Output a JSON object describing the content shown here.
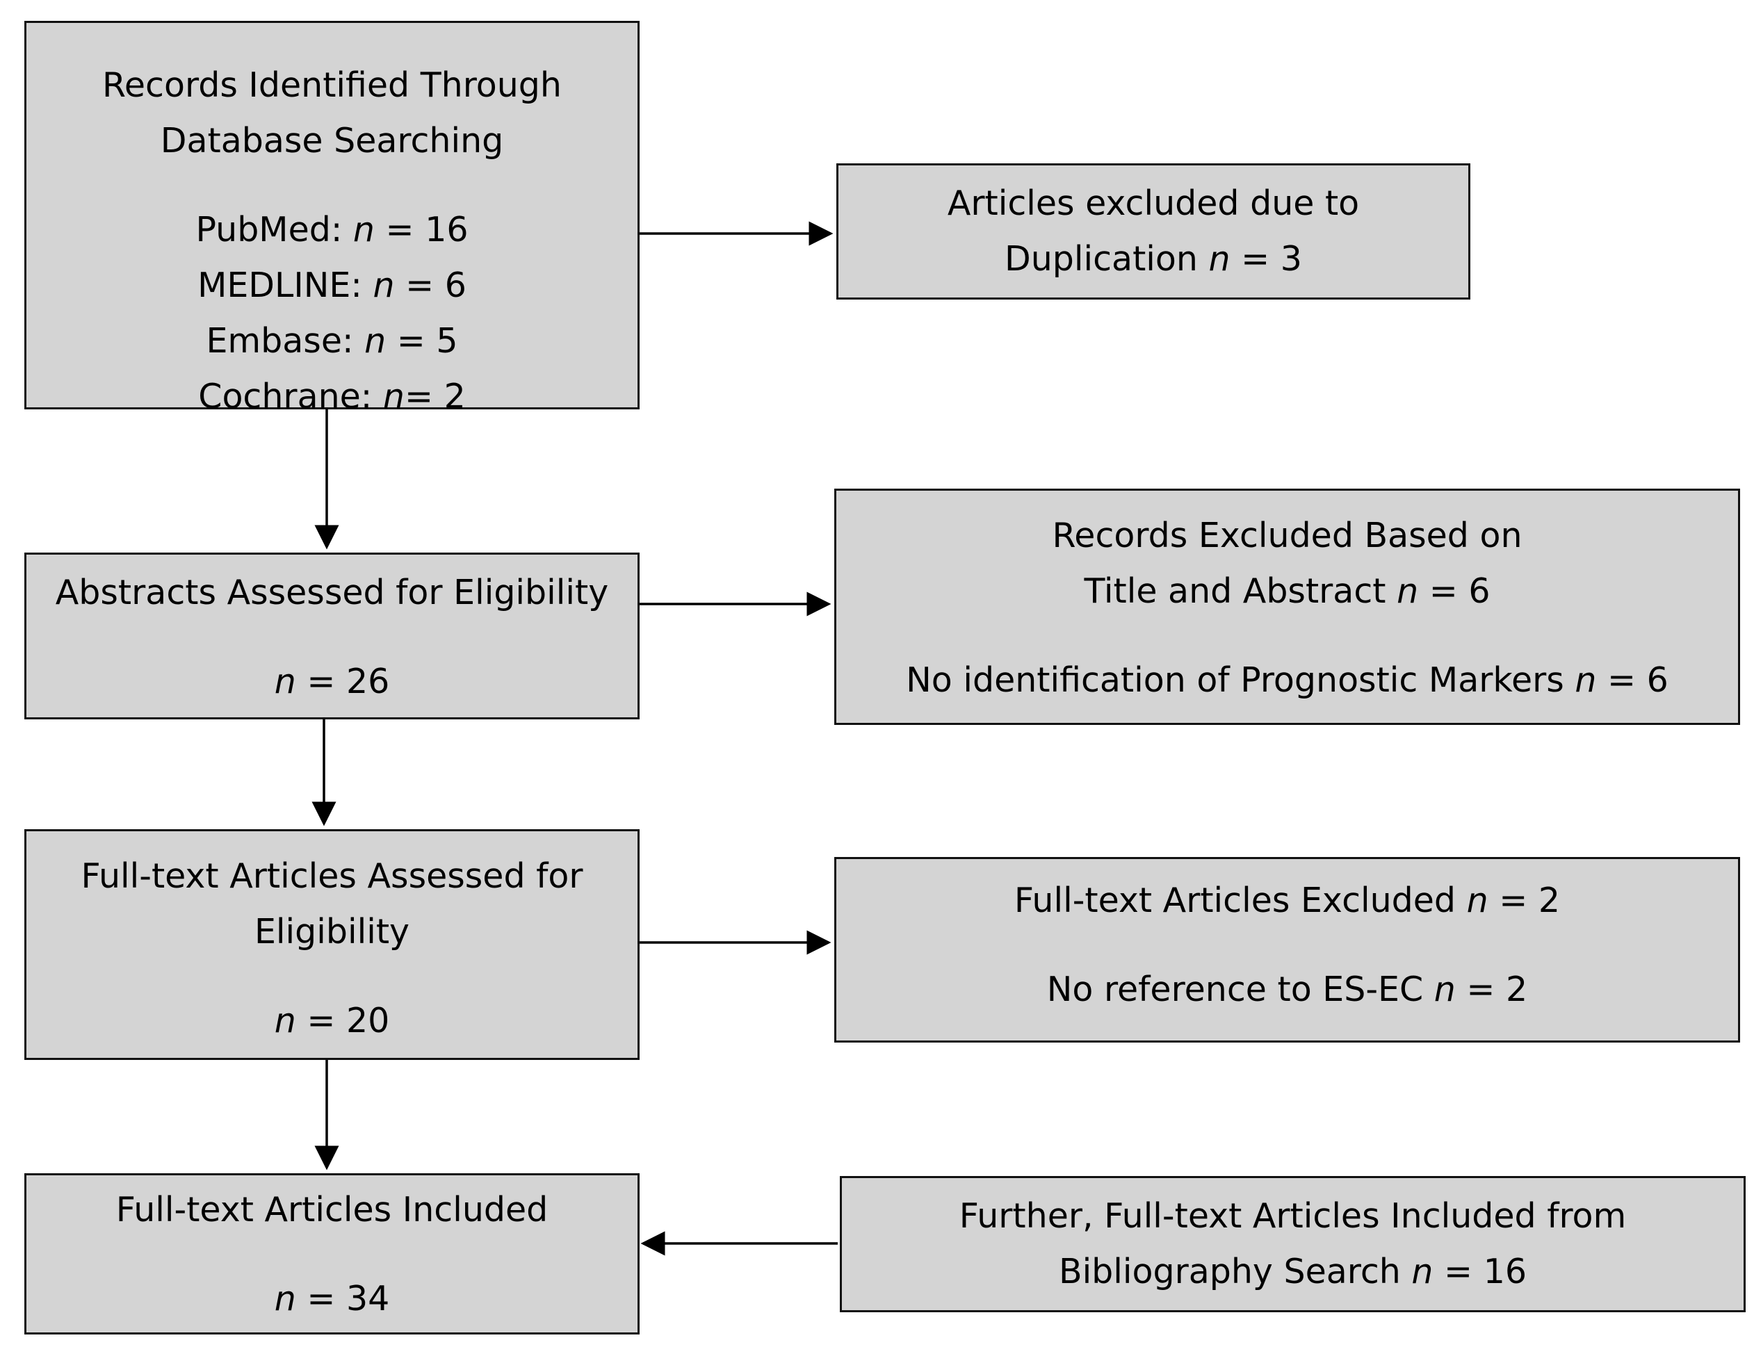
{
  "boxes": {
    "records_identified": {
      "title": [
        "Records Identified Through",
        "Database  Searching"
      ],
      "lines": [
        {
          "label": "PubMed: ",
          "n": "n",
          "value": " = 16"
        },
        {
          "label": "MEDLINE:  ",
          "n": "n",
          "value": " = 6"
        },
        {
          "label": "Embase:  ",
          "n": "n",
          "value": " = 5"
        },
        {
          "label": "Cochrane: ",
          "n": "n",
          "value": "= 2"
        }
      ]
    },
    "duplication": {
      "line1": "Articles excluded due to",
      "line2_label": "Duplication ",
      "n": "n",
      "line2_value": " = 3"
    },
    "abstracts": {
      "title": "Abstracts Assessed for Eligibility",
      "n": "n",
      "value": " = 26"
    },
    "records_excluded": {
      "line1": "Records Excluded Based on",
      "line2_label": "Title and Abstract ",
      "n": "n",
      "line2_value": " = 6",
      "reason_label": "No identification of Prognostic Markers ",
      "reason_n": "n",
      "reason_value": " = 6"
    },
    "fulltext_assessed": {
      "line1": "Full-text Articles Assessed for",
      "line2": "Eligibility",
      "n": "n",
      "value": " = 20"
    },
    "fulltext_excluded": {
      "line1_label": "Full-text Articles Excluded ",
      "n": "n",
      "line1_value": " = 2",
      "reason_label": "No reference to ES-EC ",
      "reason_n": "n",
      "reason_value": " = 2"
    },
    "included": {
      "title": "Full-text Articles Included",
      "n": "n",
      "value": " = 34"
    },
    "bibliography": {
      "line1": "Further, Full-text Articles Included from",
      "line2_label": "Bibliography Search ",
      "n": "n",
      "line2_value": " = 16"
    }
  }
}
